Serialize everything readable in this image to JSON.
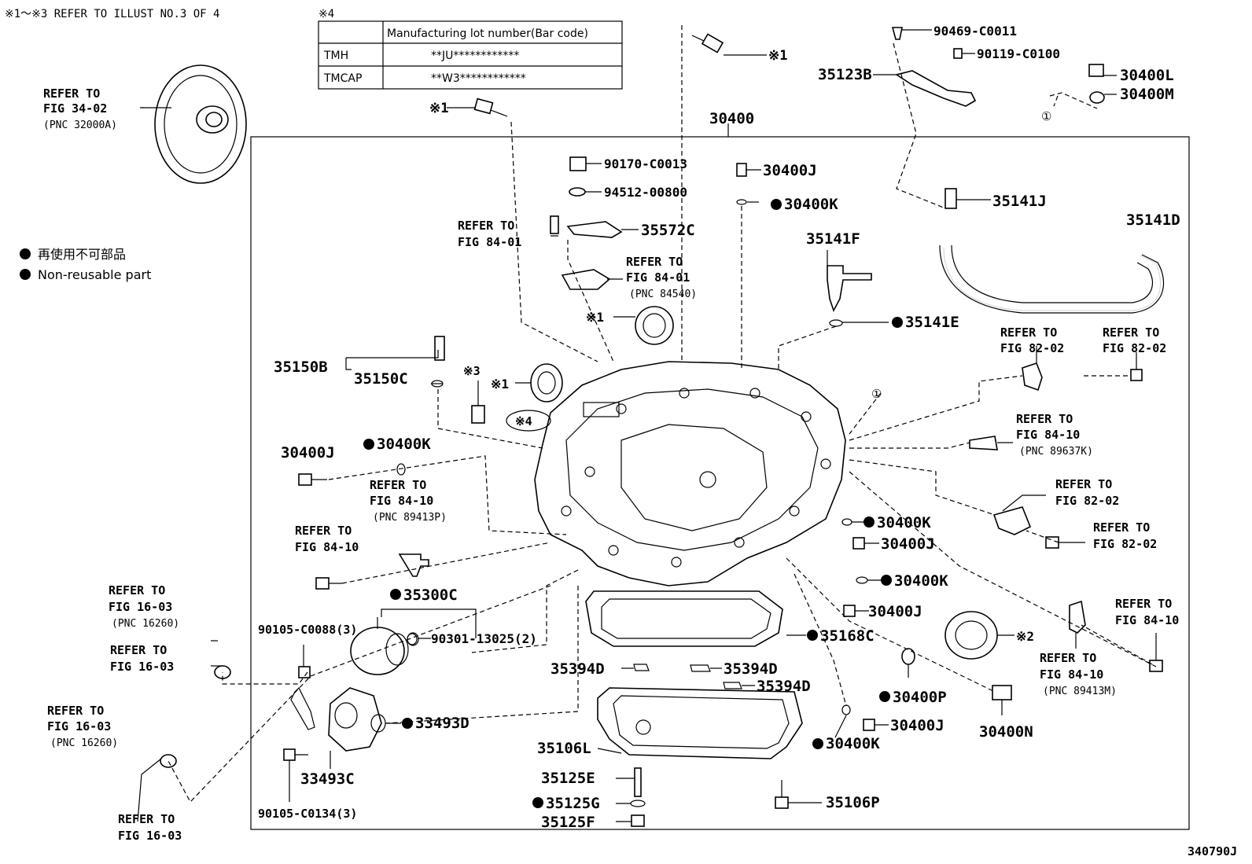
{
  "header": {
    "refer_note": "※1～※3 REFER TO ILLUST NO.3 OF 4",
    "table_marker": "※4"
  },
  "lot_table": {
    "header": "Manufacturing lot number(Bar code)",
    "rows": [
      {
        "plant": "TMH",
        "code": "**JU************"
      },
      {
        "plant": "TMCAP",
        "code": "**W3************"
      }
    ]
  },
  "legend": {
    "jp": "再使用不可部品",
    "en": "Non-reusable part"
  },
  "figure_id": "340790J",
  "part_labels": {
    "p30400": "30400",
    "p90469": "90469-C0011",
    "p90119": "90119-C0100",
    "p35123b": "35123B",
    "p30400l": "30400L",
    "p30400m": "30400M",
    "circ1_top": "①",
    "x1_top": "※1",
    "x1_left": "※1",
    "p90170": "90170-C0013",
    "p30400j_top": "30400J",
    "p94512": "94512-00800",
    "p30400k_top": "30400K",
    "p35141j": "35141J",
    "p35141d": "35141D",
    "p35572c": "35572C",
    "p35141f": "35141F",
    "x1_seal": "※1",
    "p35141e": "35141E",
    "p35150b": "35150B",
    "p35150c": "35150C",
    "x3": "※3",
    "x1_seal2": "※1",
    "x4": "※4",
    "circ1_mid": "①",
    "p30400j_left": "30400J",
    "p30400k_left": "30400K",
    "p30400k_r1": "30400K",
    "p30400j_r1": "30400J",
    "p30400k_r2": "30400K",
    "p35300c": "35300C",
    "p30400j_r2": "30400J",
    "p35168c": "35168C",
    "x2": "※2",
    "p90105a": "90105-C0088(3)",
    "p90301": "90301-13025(2)",
    "p35394d_a": "35394D",
    "p35394d_b": "35394D",
    "p35394d_c": "35394D",
    "p30400p": "30400P",
    "p33493d": "33493D",
    "p30400j_r3": "30400J",
    "p30400n": "30400N",
    "p30400k_r3": "30400K",
    "p35106l": "35106L",
    "p33493c": "33493C",
    "p35125e": "35125E",
    "p35125g": "35125G",
    "p35106p": "35106P",
    "p35125f": "35125F",
    "p90105b": "90105-C0134(3)"
  },
  "refs": {
    "r_torque": {
      "l1": "REFER TO",
      "l2": "FIG 34-02",
      "l3": "(PNC 32000A)"
    },
    "r_8401a": {
      "l1": "REFER TO",
      "l2": "FIG 84-01"
    },
    "r_8401b": {
      "l1": "REFER TO",
      "l2": "FIG 84-01",
      "l3": "(PNC 84540)"
    },
    "r_8202a": {
      "l1": "REFER TO",
      "l2": "FIG 82-02"
    },
    "r_8202b": {
      "l1": "REFER TO",
      "l2": "FIG 82-02"
    },
    "r_8410a": {
      "l1": "REFER TO",
      "l2": "FIG 84-10",
      "l3": "(PNC 89637K)"
    },
    "r_8410b": {
      "l1": "REFER TO",
      "l2": "FIG 84-10",
      "l3": "(PNC 89413P)"
    },
    "r_8202c": {
      "l1": "REFER TO",
      "l2": "FIG 82-02"
    },
    "r_8410c": {
      "l1": "REFER TO",
      "l2": "FIG 84-10"
    },
    "r_8202d": {
      "l1": "REFER TO",
      "l2": "FIG 82-02"
    },
    "r_1603a": {
      "l1": "REFER TO",
      "l2": "FIG 16-03",
      "l3": "(PNC 16260)"
    },
    "r_8410d": {
      "l1": "REFER TO",
      "l2": "FIG 84-10"
    },
    "r_1603b": {
      "l1": "REFER TO",
      "l2": "FIG 16-03"
    },
    "r_8410e": {
      "l1": "REFER TO",
      "l2": "FIG 84-10",
      "l3": "(PNC 89413M)"
    },
    "r_1603c": {
      "l1": "REFER TO",
      "l2": "FIG 16-03",
      "l3": "(PNC 16260)"
    },
    "r_1603d": {
      "l1": "REFER TO",
      "l2": "FIG 16-03"
    }
  }
}
